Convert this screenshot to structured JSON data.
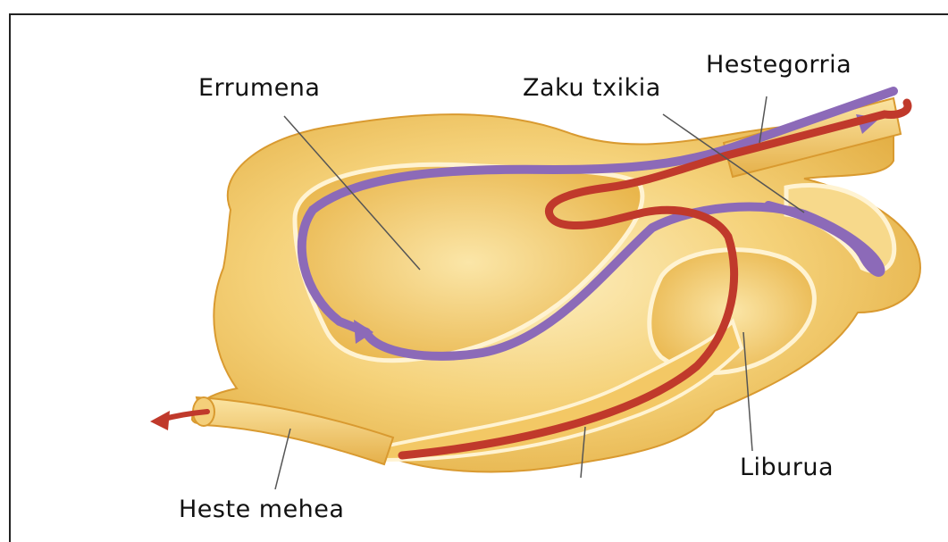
{
  "diagram": {
    "labels": {
      "errumena": "Errumena",
      "zaku_txikia": "Zaku txikia",
      "hestegorria": "Hestegorria",
      "liburua": "Liburua",
      "heste_mehea": "Heste mehea"
    },
    "colors": {
      "tissue": "#f5d27a",
      "tissue_dark": "#e2ab3c",
      "tissue_light": "#fbe7ae",
      "wall_line": "#fff3d2",
      "purple_path": "#8c6ab8",
      "red_path": "#c0392b"
    }
  }
}
